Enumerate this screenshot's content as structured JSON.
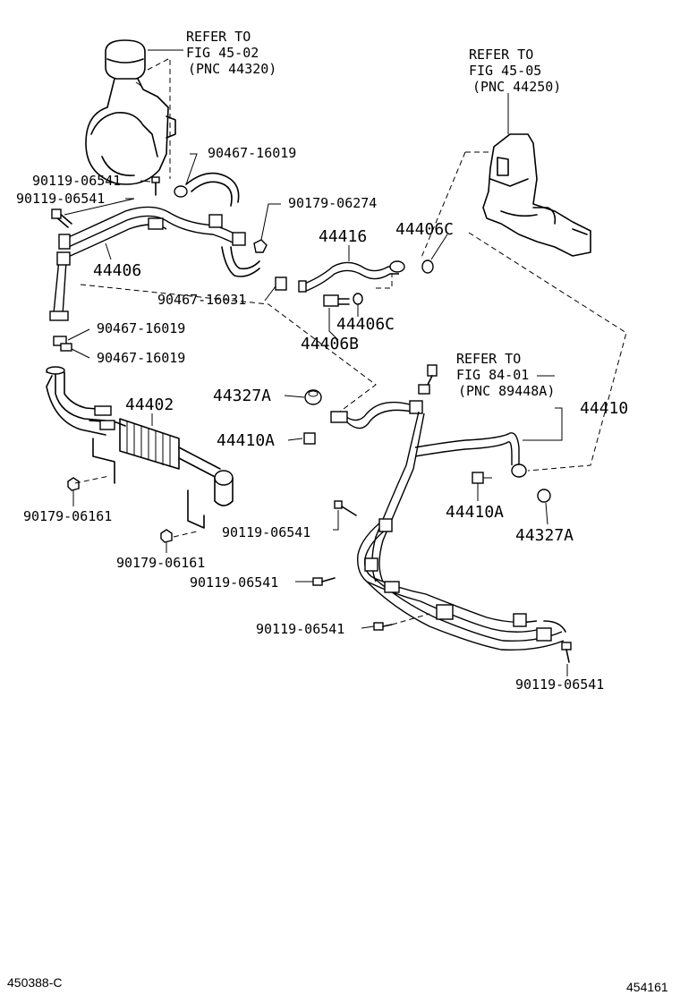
{
  "refs": {
    "pump": {
      "line1": "REFER TO",
      "line2": "FIG 45-02",
      "line3": "(PNC 44320)"
    },
    "gear": {
      "line1": "REFER TO",
      "line2": "FIG 45-05",
      "line3": "(PNC 44250)"
    },
    "sensor": {
      "line1": "REFER TO",
      "line2": "FIG 84-01",
      "line3": "(PNC 89448A)"
    }
  },
  "labels": {
    "p90467_16019_top": "90467-16019",
    "p90119_06541_a": "90119-06541",
    "p90119_06541_b": "90119-06541",
    "p90179_06274": "90179-06274",
    "p44406": "44406",
    "p44416": "44416",
    "p44406C_top": "44406C",
    "p90467_16031": "90467-16031",
    "p44406C_mid": "44406C",
    "p44406B": "44406B",
    "p90467_16019_a": "90467-16019",
    "p90467_16019_b": "90467-16019",
    "p44327A_left": "44327A",
    "p44402": "44402",
    "p44410": "44410",
    "p44410A_left": "44410A",
    "p44410A_right": "44410A",
    "p44327A_right": "44327A",
    "p90179_06161_a": "90179-06161",
    "p90179_06161_b": "90179-06161",
    "p90119_06541_c": "90119-06541",
    "p90119_06541_d": "90119-06541",
    "p90119_06541_e": "90119-06541",
    "p90119_06541_f": "90119-06541"
  },
  "footer": {
    "left_code": "450388-C",
    "right_code": "454161"
  }
}
